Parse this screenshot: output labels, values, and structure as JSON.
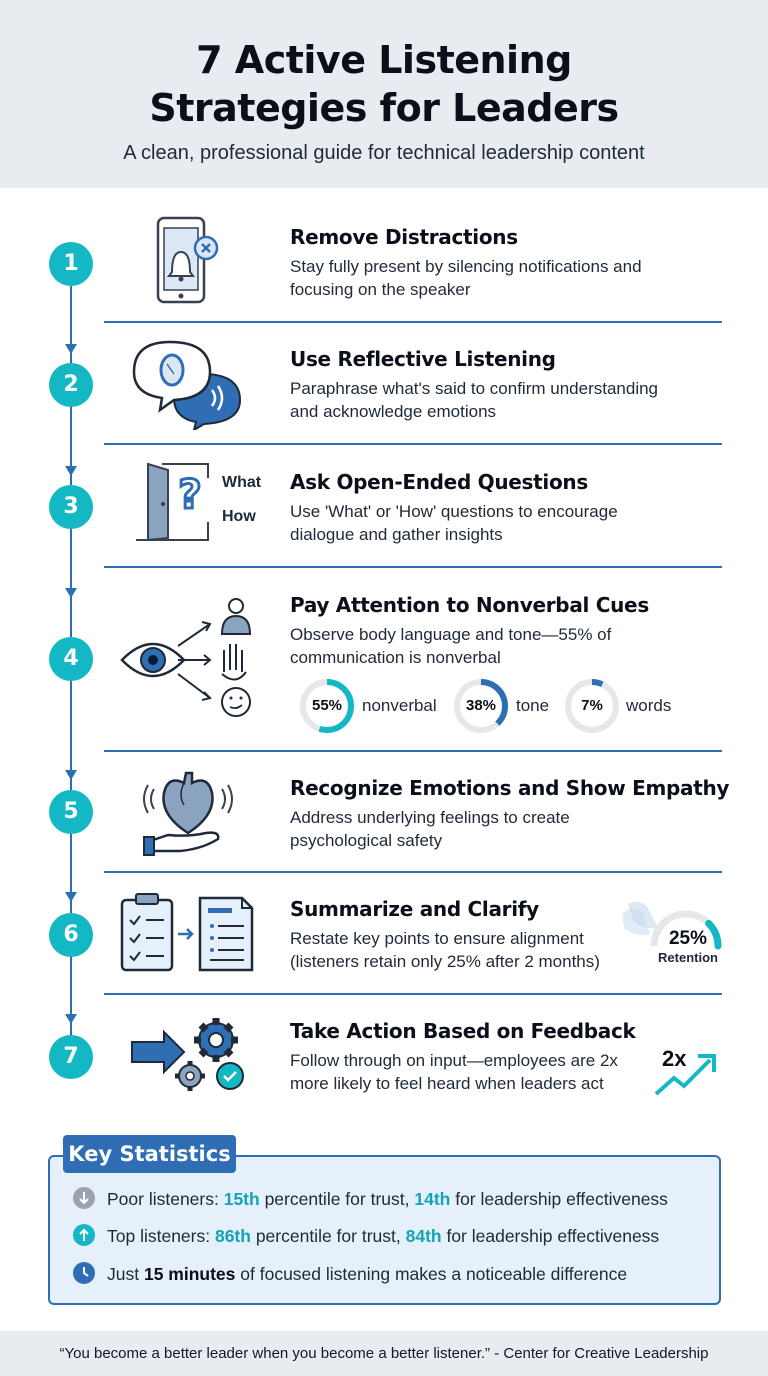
{
  "header": {
    "title_line1": "7 Active Listening",
    "title_line2": "Strategies for Leaders",
    "subtitle": "A clean, professional guide for technical leadership content"
  },
  "steps": [
    {
      "number": "1",
      "title": "Remove Distractions",
      "desc_line1": "Stay fully present by silencing notifications and",
      "desc_line2": "focusing on the speaker",
      "icon": "phone-bell-icon"
    },
    {
      "number": "2",
      "title": "Use Reflective Listening",
      "desc_line1": "Paraphrase what's said to confirm understanding",
      "desc_line2": "and acknowledge emotions",
      "icon": "speech-bubbles-mirror-icon"
    },
    {
      "number": "3",
      "title": "Ask Open-Ended Questions",
      "desc_line1": "Use 'What' or 'How' questions to encourage",
      "desc_line2": "dialogue and gather insights",
      "icon": "door-question-icon",
      "icon_labels": [
        "What",
        "How"
      ]
    },
    {
      "number": "4",
      "title": "Pay Attention to Nonverbal Cues",
      "desc_line1": "Observe body language and tone—55% of",
      "desc_line2": "communication is nonverbal",
      "icon": "eye-gestures-icon"
    },
    {
      "number": "5",
      "title": "Recognize Emotions and Show Empathy",
      "desc_line1": "Address underlying feelings to create",
      "desc_line2": "psychological safety",
      "icon": "heart-hand-icon"
    },
    {
      "number": "6",
      "title": "Summarize and Clarify",
      "desc_line1": "Restate key points to ensure alignment",
      "desc_line2": "(listeners retain only 25% after 2 months)",
      "icon": "checklist-document-icon"
    },
    {
      "number": "7",
      "title": "Take Action Based on Feedback",
      "desc_line1": "Follow through on input—employees are 2x",
      "desc_line2": "more likely to feel heard when leaders act",
      "icon": "arrow-gears-icon"
    }
  ],
  "communication_split": [
    {
      "value": "55%",
      "fraction": 0.55,
      "label": "nonverbal",
      "color": "#14b8c4"
    },
    {
      "value": "38%",
      "fraction": 0.38,
      "label": "tone",
      "color": "#2f6eb5"
    },
    {
      "value": "7%",
      "fraction": 0.07,
      "label": "words",
      "color": "#2f6eb5"
    }
  ],
  "retention": {
    "value": "25%",
    "fraction": 0.25,
    "label": "Retention"
  },
  "action_multiplier": "2x",
  "key_statistics": {
    "heading": "Key Statistics",
    "poor": {
      "prefix": "Poor listeners: ",
      "v1": "15th",
      "mid": " percentile for trust, ",
      "v2": "14th",
      "suffix": " for leadership effectiveness"
    },
    "top": {
      "prefix": "Top listeners: ",
      "v1": "86th",
      "mid": " percentile for trust, ",
      "v2": "84th",
      "suffix": " for leadership effectiveness"
    },
    "time": {
      "prefix": "Just ",
      "v1": "15 minutes",
      "suffix": " of focused listening makes a noticeable difference"
    }
  },
  "footer_quote": "“You become a better leader when you become a better listener.” - Center for Creative Leadership",
  "colors": {
    "teal": "#14b8c4",
    "blue": "#2f6eb5",
    "header_bg": "#e8ebef",
    "stats_bg": "#e6f0fb"
  }
}
